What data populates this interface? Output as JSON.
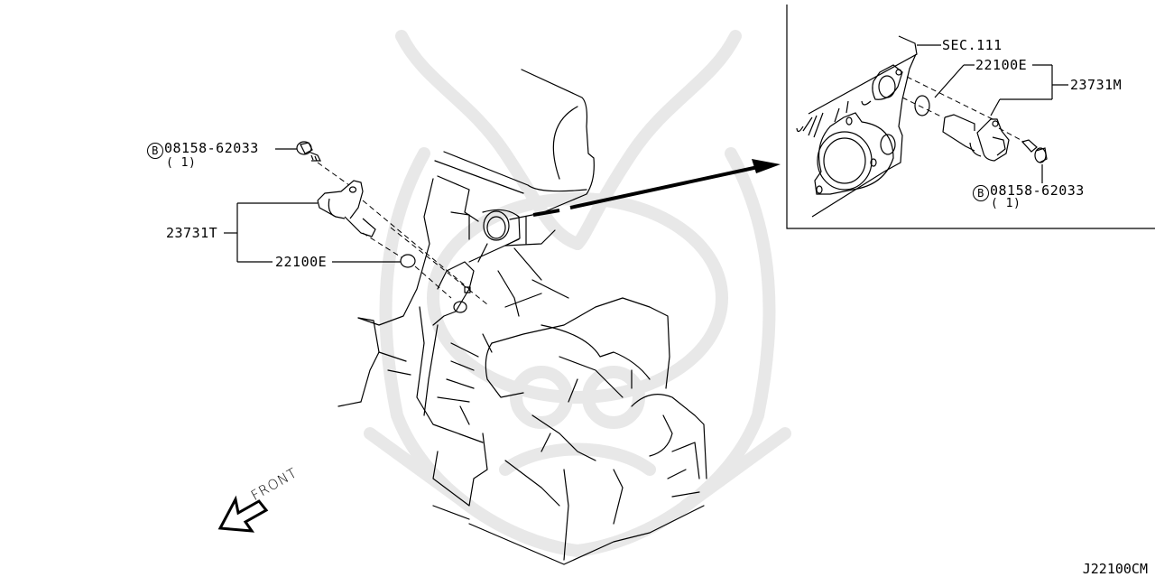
{
  "diagram": {
    "type": "exploded-parts-diagram",
    "figure_code": "J22100CM",
    "direction_label": "FRONT",
    "colors": {
      "line": "#000000",
      "watermark": "#e6e6e6",
      "background": "#ffffff"
    }
  },
  "main_view": {
    "callouts": [
      {
        "id": "bolt",
        "part_no": "08158-62033",
        "prefix": "B",
        "qty": "( 1)"
      },
      {
        "id": "sensor",
        "part_no": "23731T"
      },
      {
        "id": "oring",
        "part_no": "22100E"
      }
    ]
  },
  "inset_view": {
    "callouts": [
      {
        "id": "section-ref",
        "part_no": "SEC.111"
      },
      {
        "id": "oring",
        "part_no": "22100E"
      },
      {
        "id": "sensor",
        "part_no": "23731M"
      },
      {
        "id": "bolt",
        "part_no": "08158-62033",
        "prefix": "B",
        "qty": "( 1)"
      }
    ]
  }
}
